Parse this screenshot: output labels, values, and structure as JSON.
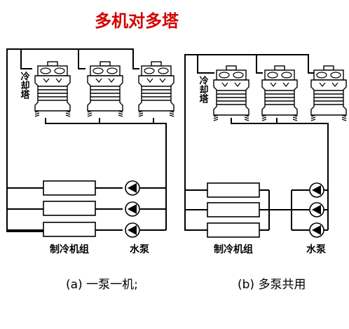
{
  "title": "多机对多塔",
  "title_color": "#d40000",
  "line_color": "#000000",
  "panels": [
    {
      "tower_label": "冷却塔",
      "chiller_label": "制冷机组",
      "pump_label": "水泵",
      "caption": "(a) 一泵一机;",
      "tower_count": 3,
      "chiller_count": 3,
      "pump_count": 3
    },
    {
      "tower_label": "冷却塔",
      "chiller_label": "制冷机组",
      "pump_label": "水泵",
      "caption": "(b) 多泵共用",
      "tower_count": 3,
      "chiller_count": 3,
      "pump_count": 3
    }
  ]
}
